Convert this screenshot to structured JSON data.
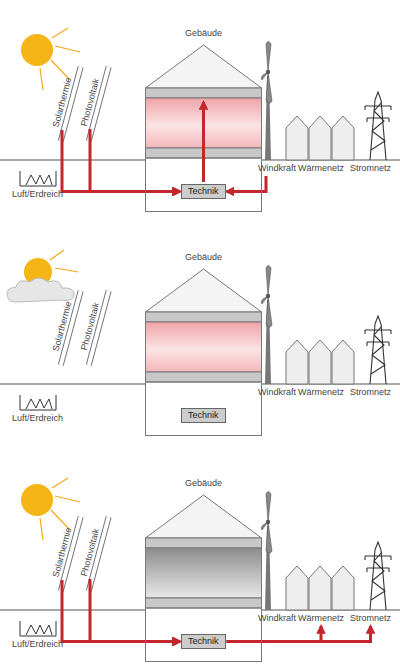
{
  "diagram": {
    "nodes": [
      {
        "text": [
          "Gebäude"
        ]
      },
      {
        "text": [
          "Technik"
        ],
        "in": 0
      },
      {
        "text": [
          "Solarthermie"
        ]
      },
      {
        "text": [
          "Photovoltaik"
        ]
      },
      {
        "text": [
          "Luft/Erdreich"
        ]
      },
      {
        "text": [
          "Windkraft"
        ]
      },
      {
        "text": [
          "Wärmenetz"
        ]
      },
      {
        "text": [
          "Stromnetz"
        ]
      },
      {
        "text": [
          "Gebäude"
        ]
      },
      {
        "text": [
          "Technik"
        ],
        "in": 8
      },
      {
        "text": [
          "Solarthermie"
        ]
      },
      {
        "text": [
          "Photovoltaik"
        ]
      },
      {
        "text": [
          "Luft/Erdreich"
        ]
      },
      {
        "text": [
          "Windkraft"
        ]
      },
      {
        "text": [
          "Wärmenetz"
        ]
      },
      {
        "text": [
          "Stromnetz"
        ]
      },
      {
        "text": [
          "Gebäude"
        ]
      },
      {
        "text": [
          "Technik"
        ],
        "in": 16
      },
      {
        "text": [
          "Solarthermie"
        ]
      },
      {
        "text": [
          "Photovoltaik"
        ]
      },
      {
        "text": [
          "Luft/Erdreich"
        ]
      },
      {
        "text": [
          "Windkraft"
        ]
      },
      {
        "text": [
          "Wärmenetz"
        ]
      },
      {
        "text": [
          "Stromnetz"
        ]
      }
    ],
    "edges": [
      {
        "from": 2,
        "to": 1,
        "arrow": "to"
      },
      {
        "from": 3,
        "to": 1,
        "arrow": "to"
      },
      {
        "from": 4,
        "to": 1,
        "arrow": "to"
      },
      {
        "from": 5,
        "to": 1,
        "arrow": "to"
      },
      {
        "from": 18,
        "to": 17,
        "arrow": "to"
      },
      {
        "from": 19,
        "to": 17,
        "arrow": "to"
      },
      {
        "from": 20,
        "to": 17,
        "arrow": "to"
      },
      {
        "from": 17,
        "to": 22,
        "arrow": "to"
      },
      {
        "from": 17,
        "to": 23,
        "arrow": "to"
      }
    ]
  }
}
